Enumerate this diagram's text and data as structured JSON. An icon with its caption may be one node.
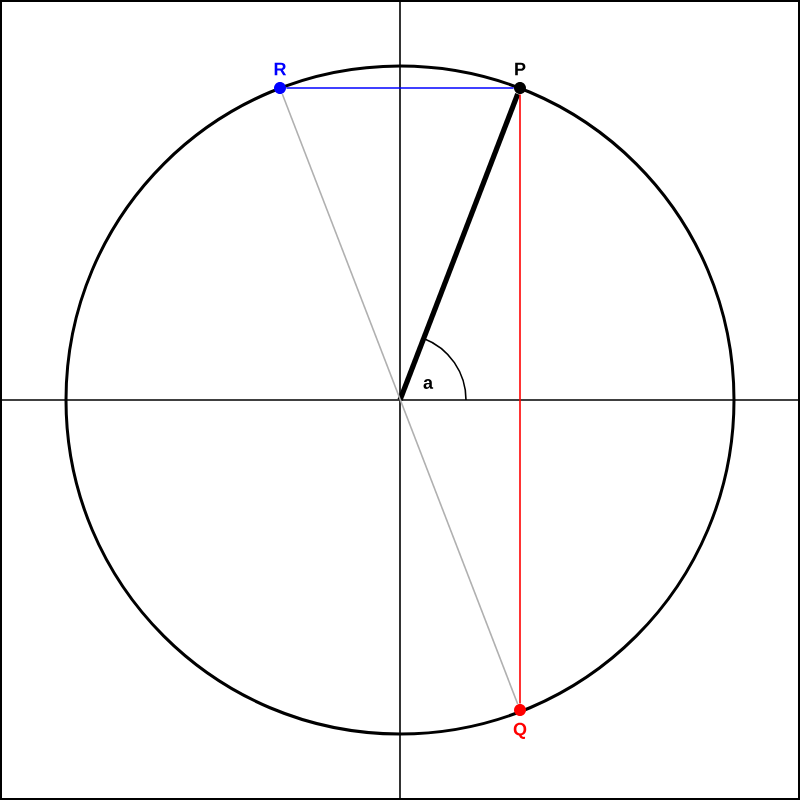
{
  "diagram": {
    "nodes": [
      {
        "text": [
          "R"
        ]
      },
      {
        "text": [
          "P"
        ]
      },
      {
        "text": [
          "Q"
        ]
      }
    ],
    "edges": [
      {
        "from": 0,
        "to": 1,
        "arrow": "none",
        "color": "#0000ff"
      },
      {
        "from": 1,
        "to": null,
        "arrow": "none",
        "style": "thick",
        "color": "#000000"
      },
      {
        "from": 0,
        "to": 2,
        "arrow": "none",
        "color": "#b0b0b0"
      },
      {
        "from": 1,
        "to": 2,
        "arrow": "none",
        "color": "#ff0000"
      }
    ],
    "labels": [
      "a"
    ]
  }
}
